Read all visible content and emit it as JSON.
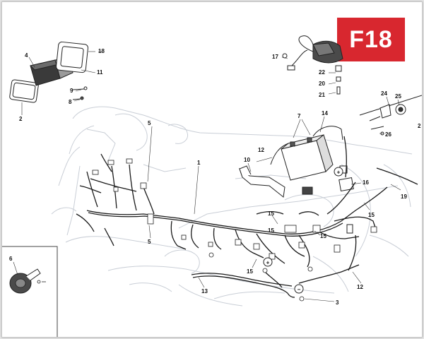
{
  "badge": {
    "text": "F18",
    "color": "#d8272f"
  },
  "callouts": [
    "1",
    "2",
    "3",
    "4",
    "5",
    "6",
    "7",
    "8",
    "9",
    "10",
    "11",
    "12",
    "13",
    "14",
    "15",
    "16",
    "17",
    "18",
    "19",
    "20",
    "21",
    "22",
    "24",
    "25",
    "26"
  ],
  "polarity": {
    "plus": "+",
    "minus": "−"
  }
}
